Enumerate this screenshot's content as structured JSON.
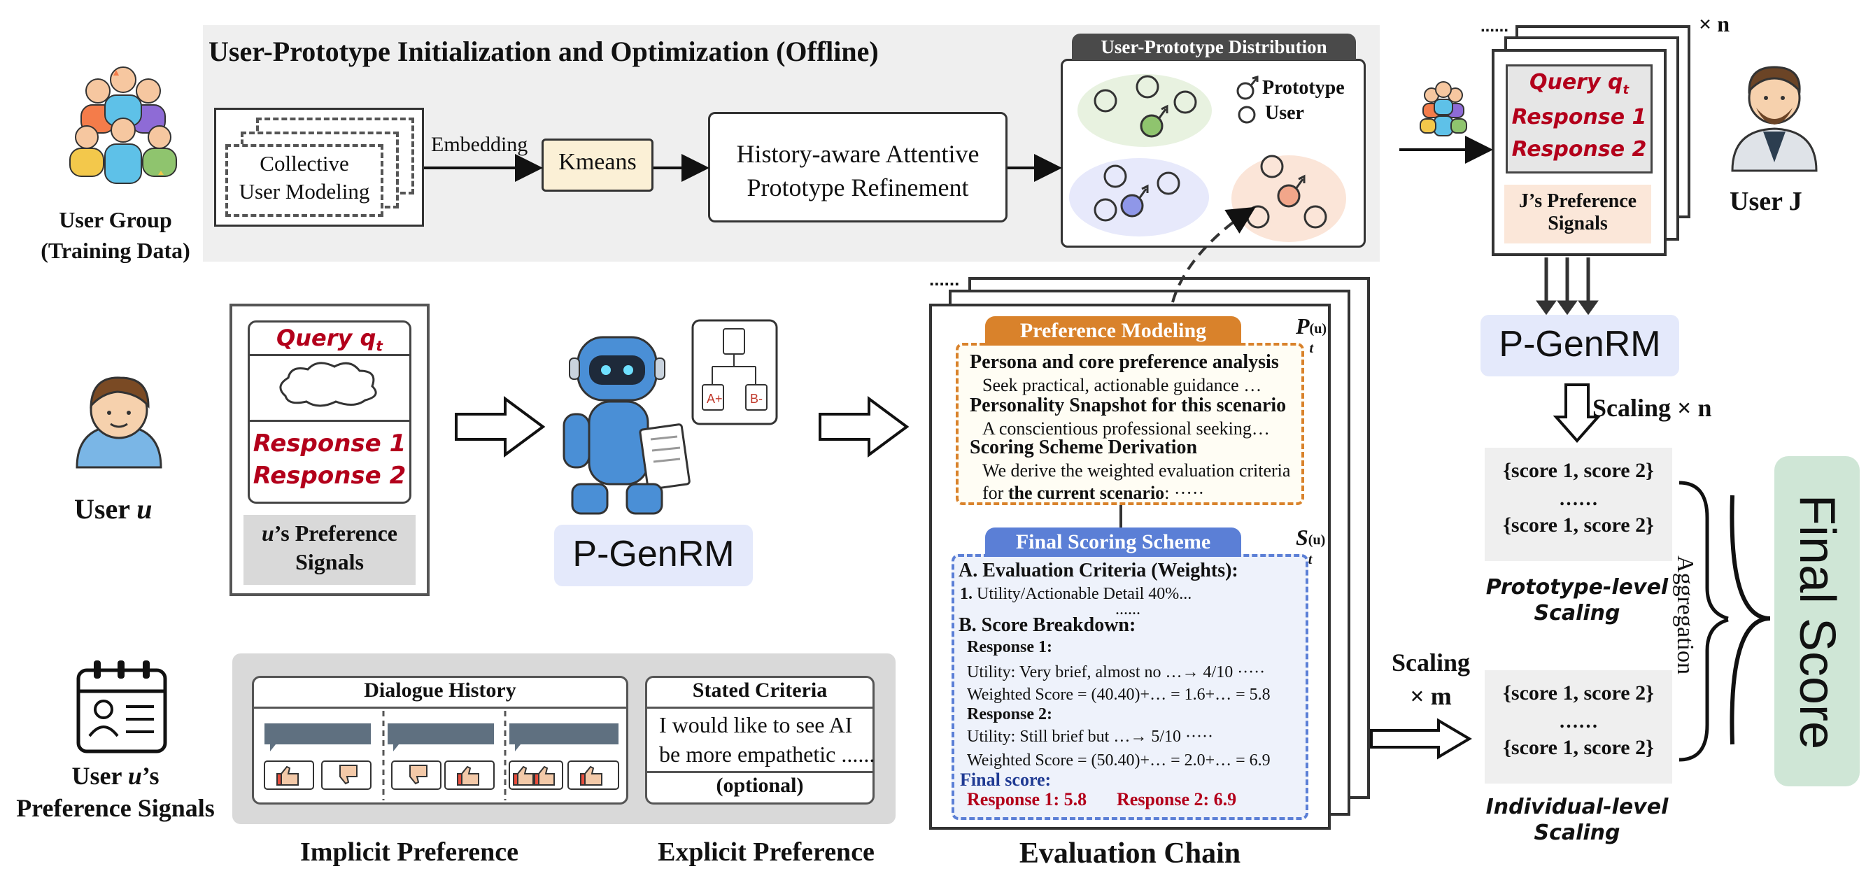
{
  "offline": {
    "title": "User-Prototype Initialization and Optimization (Offline)",
    "collective_line1": "Collective",
    "collective_line2": "User Modeling",
    "embedding": "Embedding",
    "kmeans": "Kmeans",
    "refine_line1": "History-aware Attentive",
    "refine_line2": "Prototype Refinement",
    "distribution_title": "User-Prototype Distribution",
    "legend_prototype": "Prototype",
    "legend_user": "User"
  },
  "user_group": {
    "line1": "User Group",
    "line2": "(Training Data)"
  },
  "user_u": {
    "label": "User ",
    "var": "u",
    "query": "Query q",
    "query_sub": "t",
    "cloud": "......",
    "response1": "Response 1",
    "response2": "Response 2",
    "signals_var": "u",
    "signals_line1": "’s Preference",
    "signals_line2": "Signals"
  },
  "model_label": "P-GenRM",
  "signals_section": {
    "label_line1": "User ",
    "label_var": "u",
    "label_rest": "’s",
    "label_line2": "Preference Signals",
    "dialogue_title": "Dialogue History",
    "bubble_dots": "······",
    "stated_title": "Stated Criteria",
    "stated_line1": "I would like to see AI",
    "stated_line2": "be more empathetic ......",
    "optional": "(optional)",
    "implicit": "Implicit Preference",
    "explicit": "Explicit Preference"
  },
  "chain": {
    "stack_dots": "......",
    "pref_title": "Preference Modeling",
    "p_sym": "P",
    "p_sub": "t",
    "p_sup": "(u)",
    "persona_head": "Persona and core preference analysis",
    "persona_text": "Seek practical, actionable guidance …",
    "snapshot_head": "Personality Snapshot for this scenario",
    "snapshot_text": "A conscientious professional seeking…",
    "derivation_head": "Scoring Scheme Derivation",
    "derivation_line1": "We derive the weighted evaluation criteria",
    "derivation_line2_pre": "for ",
    "derivation_line2_bold": "the current scenario",
    "derivation_line2_post": ": ·····",
    "final_title": "Final Scoring Scheme",
    "s_sym": "S",
    "s_sub": "t",
    "s_sup": "(u)",
    "criteria_head": "A. Evaluation Criteria (Weights):",
    "criteria_item_num": "1.",
    "criteria_item": " Utility/Actionable Detail 40%...",
    "criteria_dots": "......",
    "breakdown_head": "B. Score Breakdown:",
    "r1_head": "Response 1:",
    "r1_util": "Utility: Very brief, almost no …→ 4/10 ·····",
    "r1_weighted": "Weighted Score = (40.40)+… = 1.6+… = 5.8",
    "r2_head": "Response 2:",
    "r2_util": "Utility: Still brief but …→ 5/10 ·····",
    "r2_weighted": "Weighted Score = (50.40)+… = 2.0+… = 6.9",
    "final_score_head": "Final score:",
    "final_r1": "Response 1: 5.8",
    "final_r2": "Response 2: 6.9",
    "caption": "Evaluation Chain"
  },
  "user_j": {
    "label": "User J",
    "stack_dots": "......",
    "times_n": "× n",
    "query": "Query q",
    "query_sub": "t",
    "response1": "Response 1",
    "response2": "Response 2",
    "signals_line1": "J’s Preference",
    "signals_line2": "Signals"
  },
  "scaling": {
    "scaling_n": "Scaling × n",
    "scaling_m_line1": "Scaling",
    "scaling_m_line2": "× m",
    "score_pair": "{score 1, score 2}",
    "dots": "……",
    "prototype_line1": "Prototype-level",
    "prototype_line2": "Scaling",
    "individual_line1": "Individual-level",
    "individual_line2": "Scaling",
    "aggregation": "Aggregation",
    "final_score": "Final Score"
  },
  "colors": {
    "red_text": "#b3001b",
    "orange_header": "#d9822b",
    "blue_header": "#5b7fd6",
    "final_score_bg": "#cfe6d6",
    "pgenrm_bg": "#e4e9fb",
    "offline_bg": "#efefef"
  }
}
